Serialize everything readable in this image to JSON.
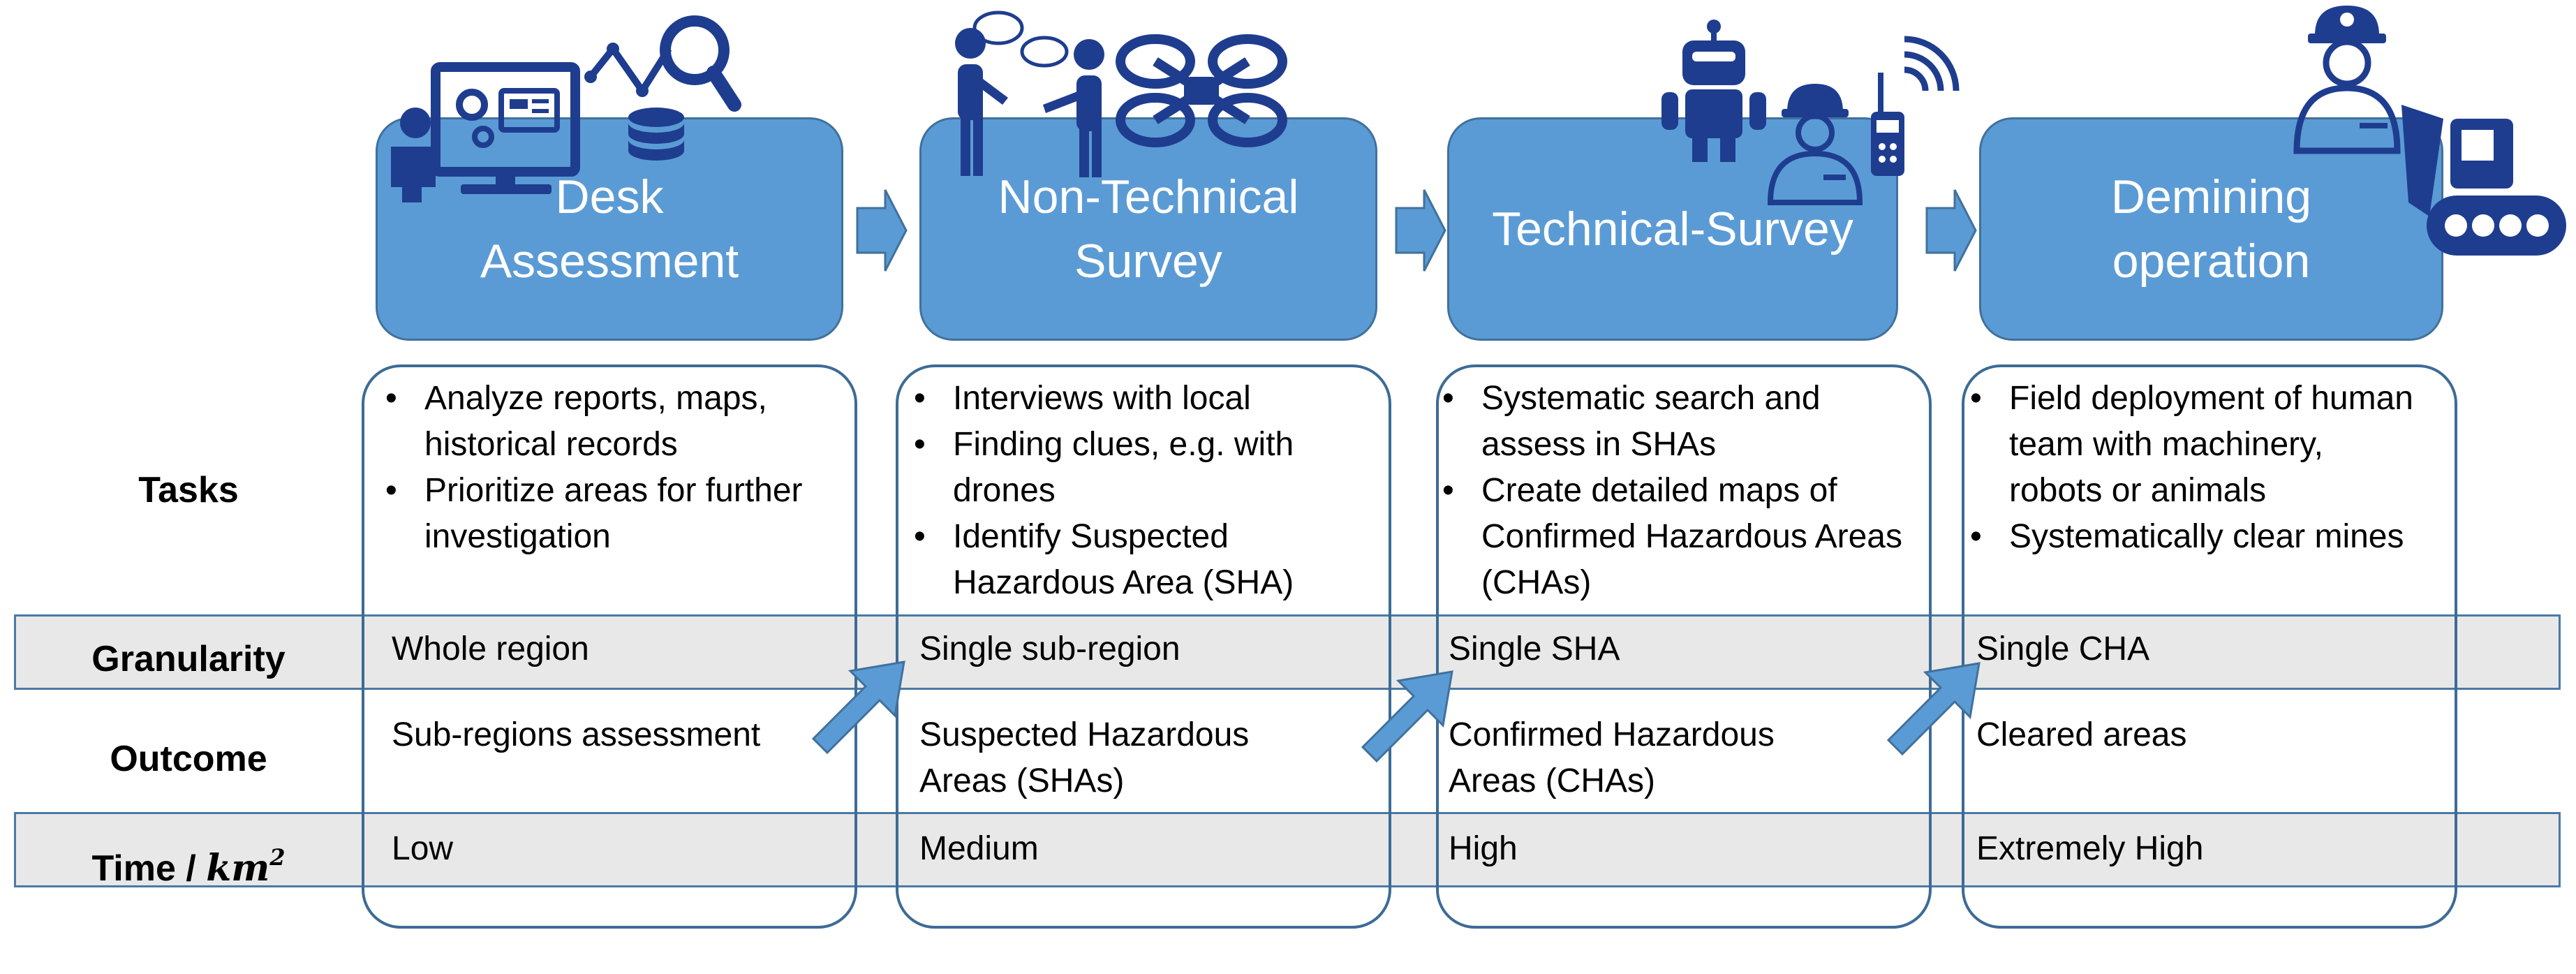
{
  "rows": {
    "tasks": "Tasks",
    "granularity": "Granularity",
    "outcome": "Outcome",
    "time_prefix": "Time /",
    "time_unit": "km",
    "time_exp": "2"
  },
  "stages": [
    {
      "title_lines": [
        "Desk",
        "Assessment"
      ],
      "tasks": [
        [
          "Analyze reports, maps,",
          "historical records"
        ],
        [
          "Prioritize areas for further",
          "investigation"
        ]
      ],
      "granularity": "Whole region",
      "outcome_lines": [
        "Sub-regions assessment"
      ],
      "time": "Low",
      "icons": [
        "person-computer-icon",
        "gears-icon",
        "line-chart-icon",
        "magnifier-icon",
        "database-icon"
      ]
    },
    {
      "title_lines": [
        "Non-Technical",
        "Survey"
      ],
      "tasks": [
        [
          "Interviews with local"
        ],
        [
          "Finding clues, e.g. with",
          "drones"
        ],
        [
          "Identify Suspected",
          "Hazardous Area (SHA)"
        ]
      ],
      "granularity": "Single sub-region",
      "outcome_lines": [
        "Suspected Hazardous",
        "Areas (SHAs)"
      ],
      "time": "Medium",
      "icons": [
        "people-talking-icon",
        "drone-icon"
      ]
    },
    {
      "title_lines": [
        "Technical-Survey"
      ],
      "tasks": [
        [
          "Systematic search and",
          "assess in SHAs"
        ],
        [
          "Create detailed maps of",
          "Confirmed Hazardous Areas",
          "(CHAs)"
        ]
      ],
      "granularity": "Single SHA",
      "outcome_lines": [
        "Confirmed Hazardous",
        "Areas (CHAs)"
      ],
      "time": "High",
      "icons": [
        "robot-icon",
        "worker-icon",
        "radio-icon"
      ]
    },
    {
      "title_lines": [
        "Demining",
        "operation"
      ],
      "tasks": [
        [
          "Field deployment of human",
          "team with machinery,",
          "robots or animals"
        ],
        [
          "Systematically clear mines"
        ]
      ],
      "granularity": "Single CHA",
      "outcome_lines": [
        "Cleared areas"
      ],
      "time": "Extremely High",
      "icons": [
        "deminer-icon",
        "excavator-icon"
      ]
    }
  ],
  "colors": {
    "stage_fill": "#5b9bd5",
    "stage_border": "#41719c",
    "icon_dark": "#1f3d8f",
    "band_fill": "#e8e8e8",
    "arrow": "#5b9bd5"
  }
}
